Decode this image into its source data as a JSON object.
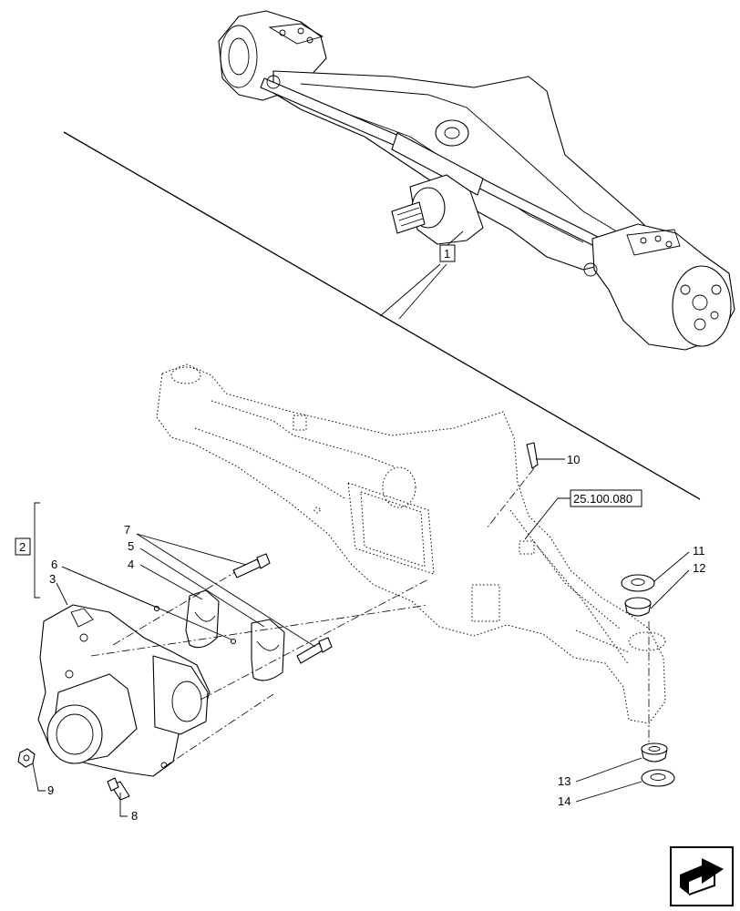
{
  "callouts": {
    "assembly": "1",
    "subassembly": "2",
    "ref_box": "25.100.080",
    "p3": "3",
    "p4": "4",
    "p5": "5",
    "p6": "6",
    "p7": "7",
    "p8": "8",
    "p9": "9",
    "p10": "10",
    "p11": "11",
    "p12": "12",
    "p13": "13",
    "p14": "14"
  },
  "icons": {
    "nav": "next-page-arrow-icon"
  }
}
